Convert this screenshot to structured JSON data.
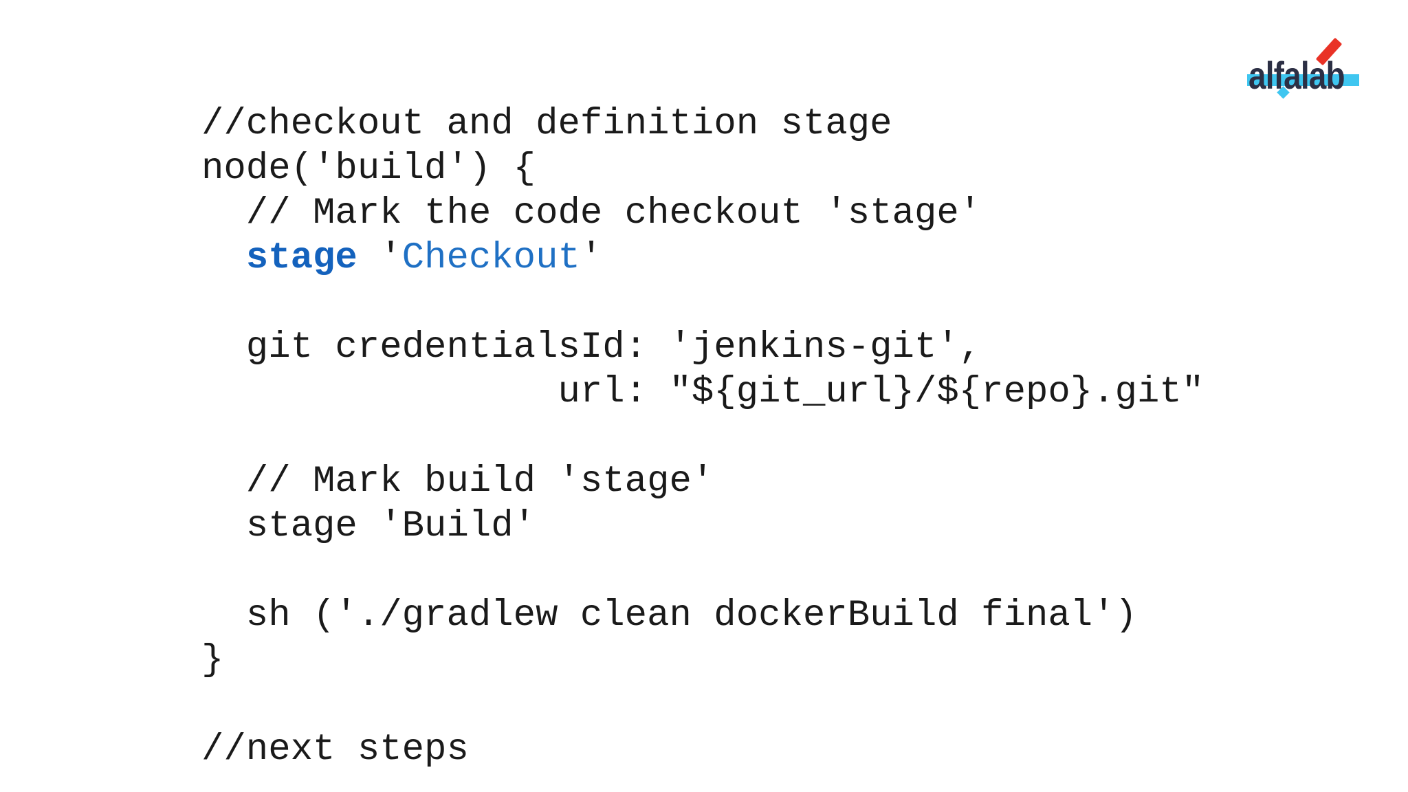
{
  "slide": {
    "background": "#ffffff"
  },
  "logo": {
    "text": "alfalab",
    "colors": {
      "navy": "#2c2f44",
      "cyan": "#3fc6f0",
      "red": "#e93226"
    }
  },
  "code": {
    "colors": {
      "default": "#1a1a1a",
      "keyword": "#1462bd",
      "string": "#1f70c4"
    },
    "comment_checkout": "//checkout and definition stage",
    "node_open": "node('build') {",
    "comment_mark_checkout": "// Mark the code checkout 'stage'",
    "stage_checkout": {
      "keyword": "stage",
      "open_quote": " '",
      "value": "Checkout",
      "close_quote": "'"
    },
    "git_line": "git credentialsId: 'jenkins-git',",
    "url_line": "url: \"${git_url}/${repo}.git\"",
    "comment_mark_build": "// Mark build 'stage'",
    "stage_build": "stage 'Build'",
    "sh_line": "sh ('./gradlew clean dockerBuild final')",
    "closing_brace": "}",
    "comment_next": "//next steps"
  }
}
